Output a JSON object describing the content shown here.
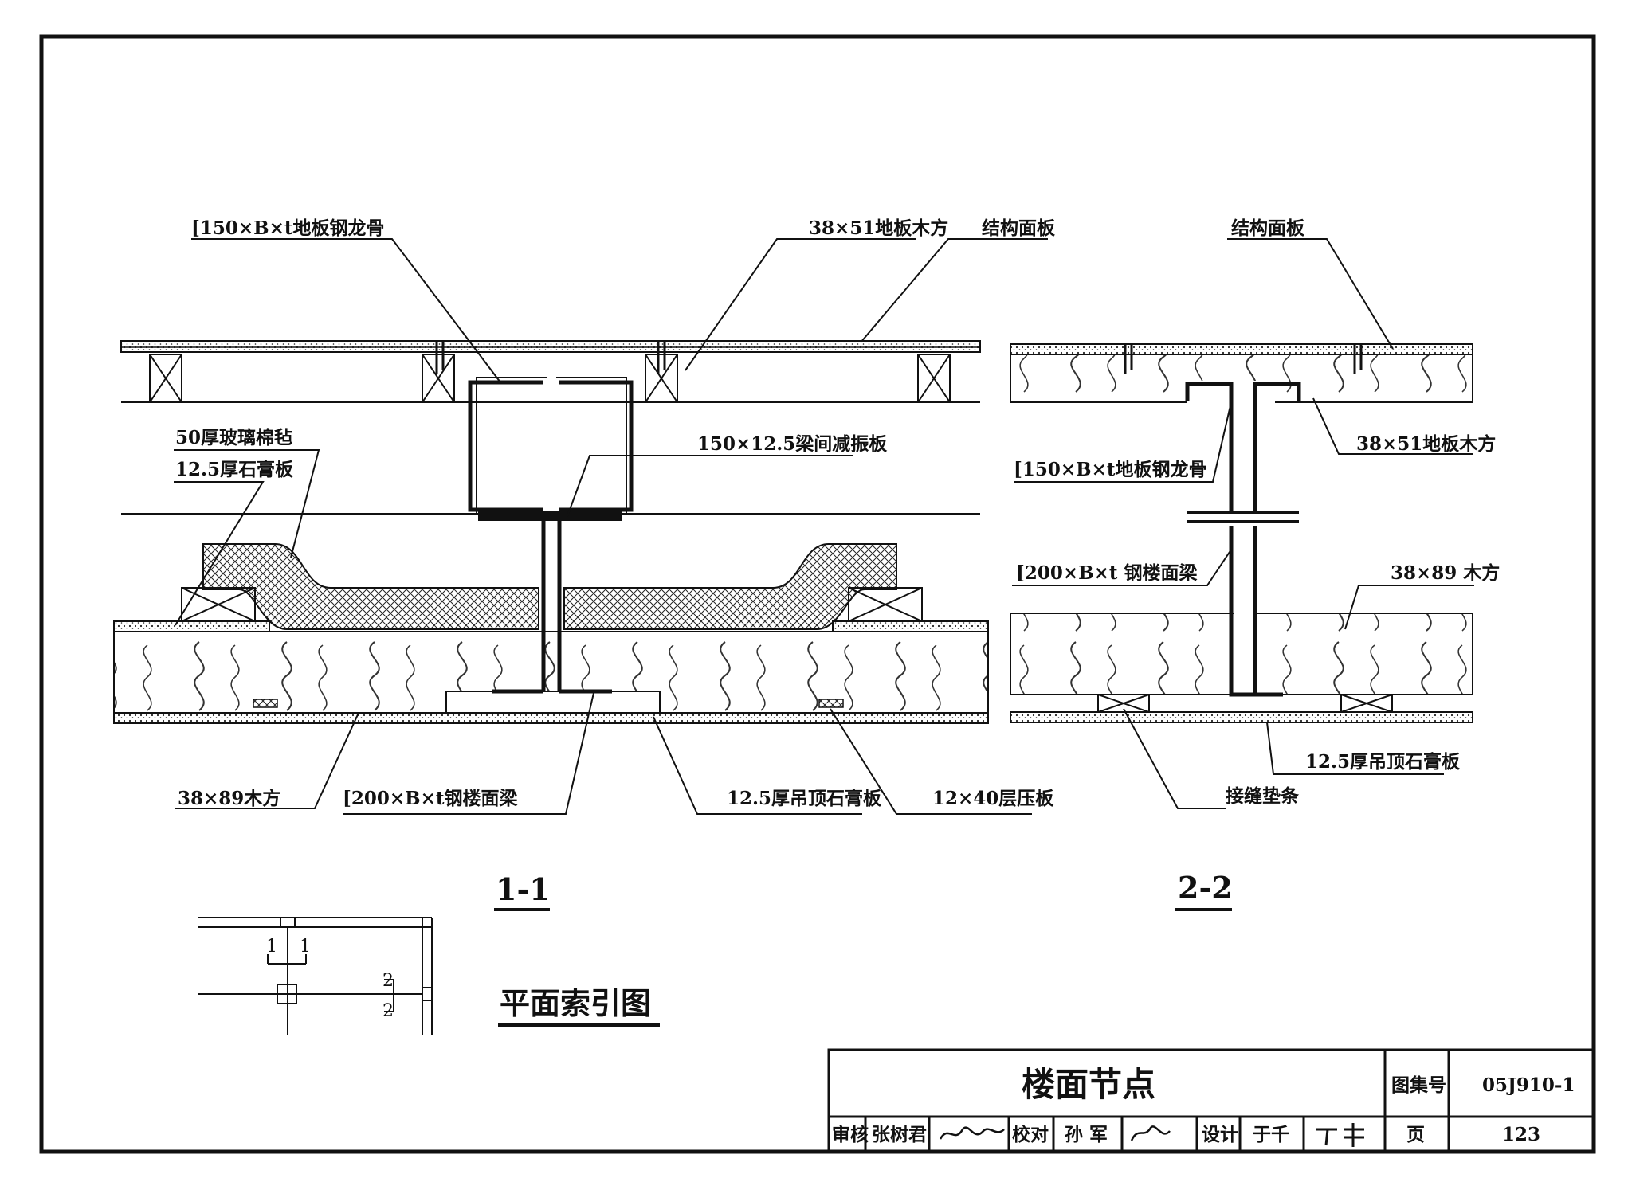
{
  "labels_1_1": {
    "floor_joist": "[150×B×t地板钢龙骨",
    "nailer": "38×51地板木方",
    "struct_panel": "结构面板",
    "glasswool": "50厚玻璃棉毡",
    "gypsum_side": "12.5厚石膏板",
    "damping": "150×12.5梁间减振板",
    "timber_89": "38×89木方",
    "floor_beam": "[200×B×t钢楼面梁",
    "ceiling_gypsum": "12.5厚吊顶石膏板",
    "plywood": "12×40层压板"
  },
  "labels_2_2": {
    "struct_panel": "结构面板",
    "nailer": "38×51地板木方",
    "floor_joist": "[150×B×t地板钢龙骨",
    "floor_beam": "[200×B×t 钢楼面梁",
    "timber_89": "38×89 木方",
    "ceiling_gypsum": "12.5厚吊顶石膏板",
    "joint_strip": "接缝垫条"
  },
  "section_titles": {
    "s1": "1-1",
    "s2": "2-2"
  },
  "key_plan": {
    "title": "平面索引图",
    "mark_1a": "1",
    "mark_1b": "1",
    "mark_2a": "2",
    "mark_2b": "2"
  },
  "title_block": {
    "drawing_title": "楼面节点",
    "atlas_label": "图集号",
    "atlas_no": "05J910-1",
    "review_label": "审核",
    "reviewer": "张树君",
    "check_label": "校对",
    "checker": "孙 军",
    "design_label": "设计",
    "designer": "于千",
    "page_label": "页",
    "page_no": "123"
  },
  "colors": {
    "ink": "#111111",
    "paper": "#ffffff"
  }
}
